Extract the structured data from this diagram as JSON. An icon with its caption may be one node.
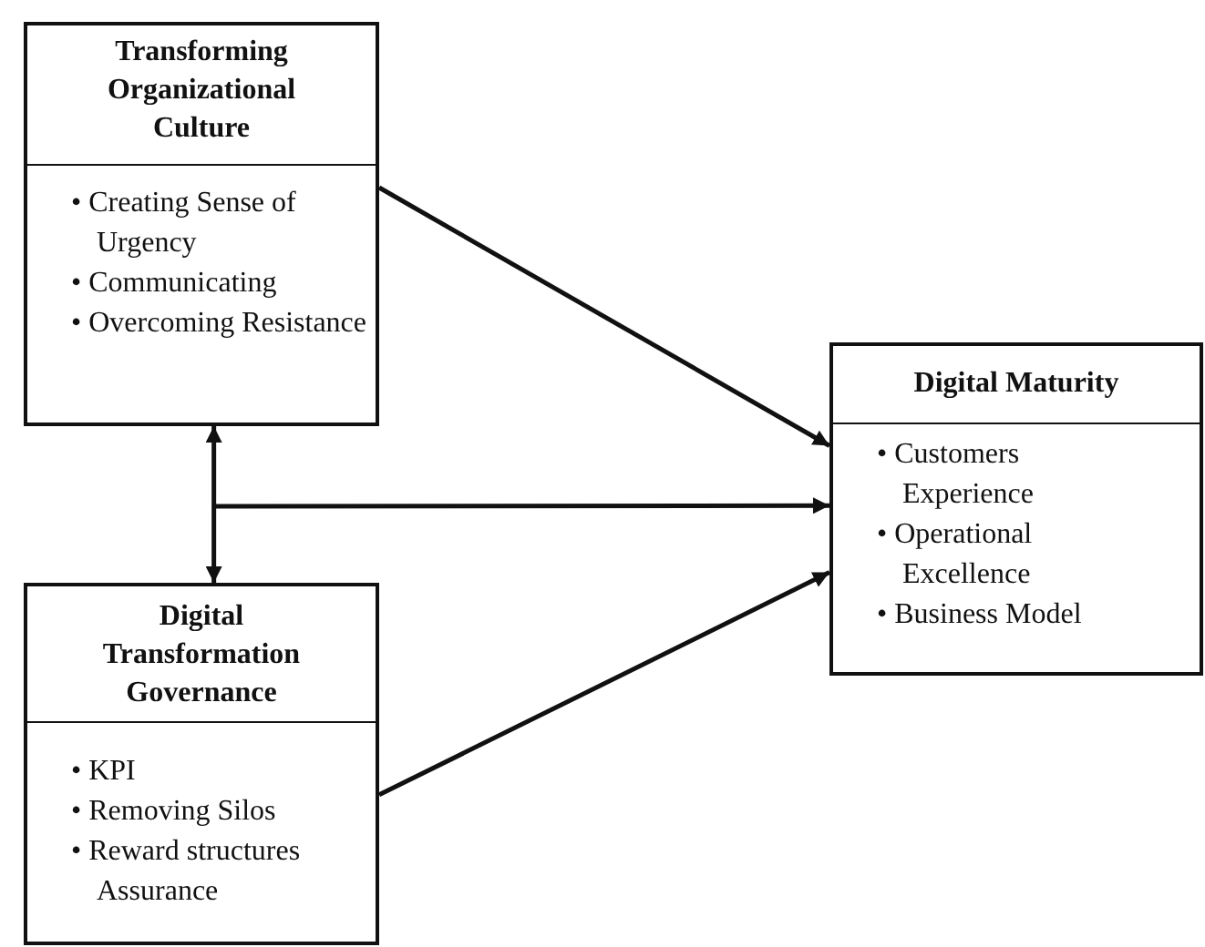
{
  "diagram": {
    "nodes": [
      {
        "text": [
          "Transforming Organizational Culture",
          "• Creating Sense of Urgency",
          "• Communicating",
          "• Overcoming Resistance"
        ]
      },
      {
        "text": [
          "Digital Transformation Governance",
          "• KPI",
          "• Removing Silos",
          "• Reward structures Assurance"
        ]
      },
      {
        "text": [
          "Digital Maturity",
          "• Customers Experience",
          "• Operational Excellence",
          "• Business Model"
        ]
      }
    ],
    "edges": [
      {
        "from": 0,
        "to": 2,
        "arrow": "to"
      },
      {
        "from": 0,
        "to": 1,
        "arrow": "both"
      },
      {
        "from": null,
        "to": 2,
        "arrow": "to"
      },
      {
        "from": 1,
        "to": 2,
        "arrow": "to"
      }
    ]
  }
}
